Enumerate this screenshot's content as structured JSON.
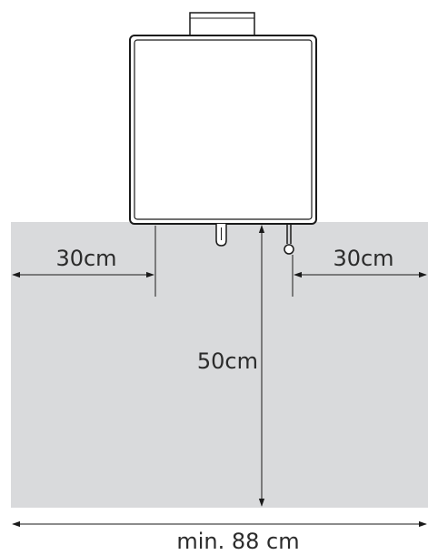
{
  "dimensions": {
    "left_clearance": "30cm",
    "right_clearance": "30cm",
    "front_clearance": "50cm",
    "total_width": "min. 88 cm"
  },
  "colors": {
    "clearance_zone": "#d9dadc",
    "lines": "#1a1a1a",
    "text": "#2b2b2b",
    "appliance_fill": "#ffffff"
  }
}
